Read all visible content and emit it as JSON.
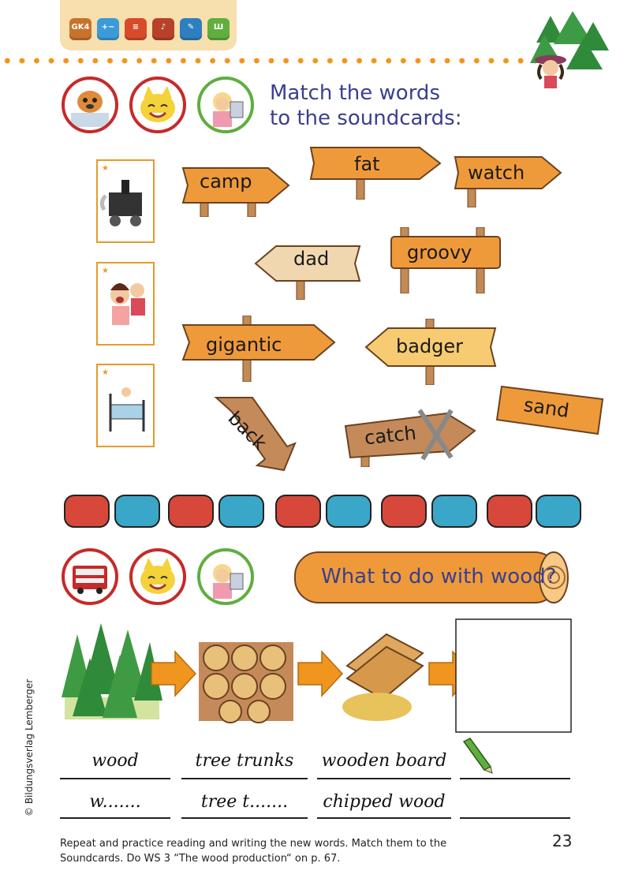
{
  "exercise1": {
    "heading_line1": "Match the words",
    "heading_line2": "to the soundcards:",
    "words": [
      "camp",
      "fat",
      "watch",
      "dad",
      "groovy",
      "gigantic",
      "badger",
      "back",
      "catch",
      "sand"
    ]
  },
  "exercise2": {
    "heading": "What to do with wood?",
    "row1": [
      "wood",
      "tree trunks",
      "wooden board"
    ],
    "row2": [
      "w.......",
      "tree t.......",
      "chipped wood"
    ]
  },
  "footer": {
    "instructions": "Repeat and practice reading and writing the new words. Match them to the Soundcards. Do WS 3 “The wood production“ on p. 67.",
    "page_number": "23",
    "copyright": "© Bildungsverlag Lemberger"
  },
  "toolbar": {
    "gk_badge": "GK4",
    "icons": [
      "gk4-icon",
      "plus-minus-icon",
      "list-icon",
      "music-icon",
      "pencil-icon",
      "comb-icon"
    ]
  },
  "colors": {
    "accent_orange": "#f0951e",
    "heading_blue": "#3a3f8f",
    "circle_red": "#c62a2a",
    "circle_green": "#5fae3f",
    "sign_wood": "#ef9a3a"
  }
}
